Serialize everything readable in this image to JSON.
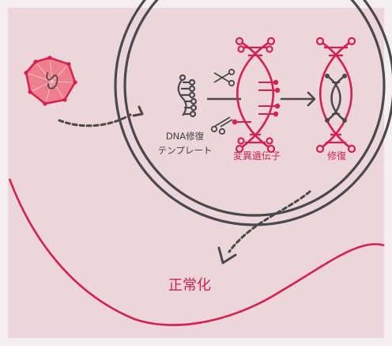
{
  "labels": {
    "repair_template_line1": "DNA修復",
    "repair_template_line2": "テンプレート",
    "mutant_gene": "変異遺伝子",
    "repair": "修復",
    "normalization": "正常化"
  },
  "colors": {
    "background": "#ecd5db",
    "frame_border": "#f4eef0",
    "crimson": "#d6204f",
    "dark_gray": "#4a4a4a",
    "virus_fill": "#ef7f8d"
  }
}
